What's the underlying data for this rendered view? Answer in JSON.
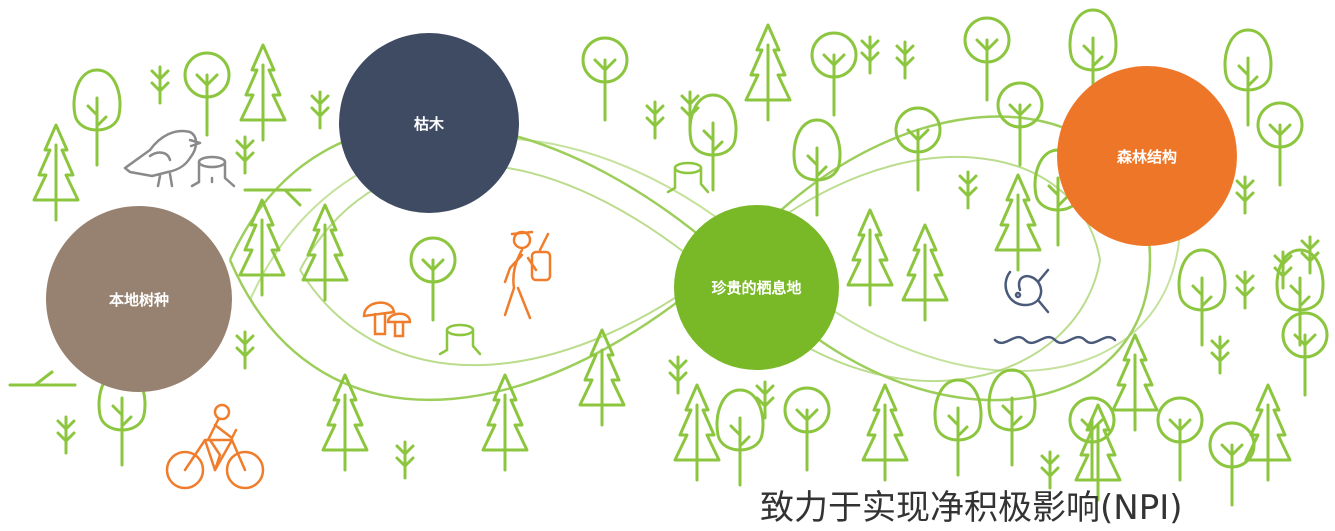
{
  "colors": {
    "line_green": "#8cc63f",
    "orange": "#ef7d2c",
    "navy": "#3f4b63",
    "brown_grey": "#978271",
    "habitat_green": "#79b928",
    "forest_orange": "#ee7628",
    "gray": "#8a8a8a",
    "text_dark": "#333333"
  },
  "nodes": {
    "dead_wood": {
      "label": "枯木",
      "color": "#3f4b63"
    },
    "native_species": {
      "label": "本地树种",
      "color": "#978271"
    },
    "habitat": {
      "label": "珍贵的栖息地",
      "color": "#79b928"
    },
    "forest_structure": {
      "label": "森林结构",
      "color": "#ee7628"
    }
  },
  "caption": "致力于实现净积极影响(NPI)",
  "icons": [
    "bird-icon",
    "stump-icon",
    "branch-icon",
    "hiker-icon",
    "mushroom-icon",
    "cyclist-icon",
    "fish-icon",
    "water-waves-icon",
    "pine-tree-icon",
    "round-tree-icon",
    "sprout-icon"
  ]
}
